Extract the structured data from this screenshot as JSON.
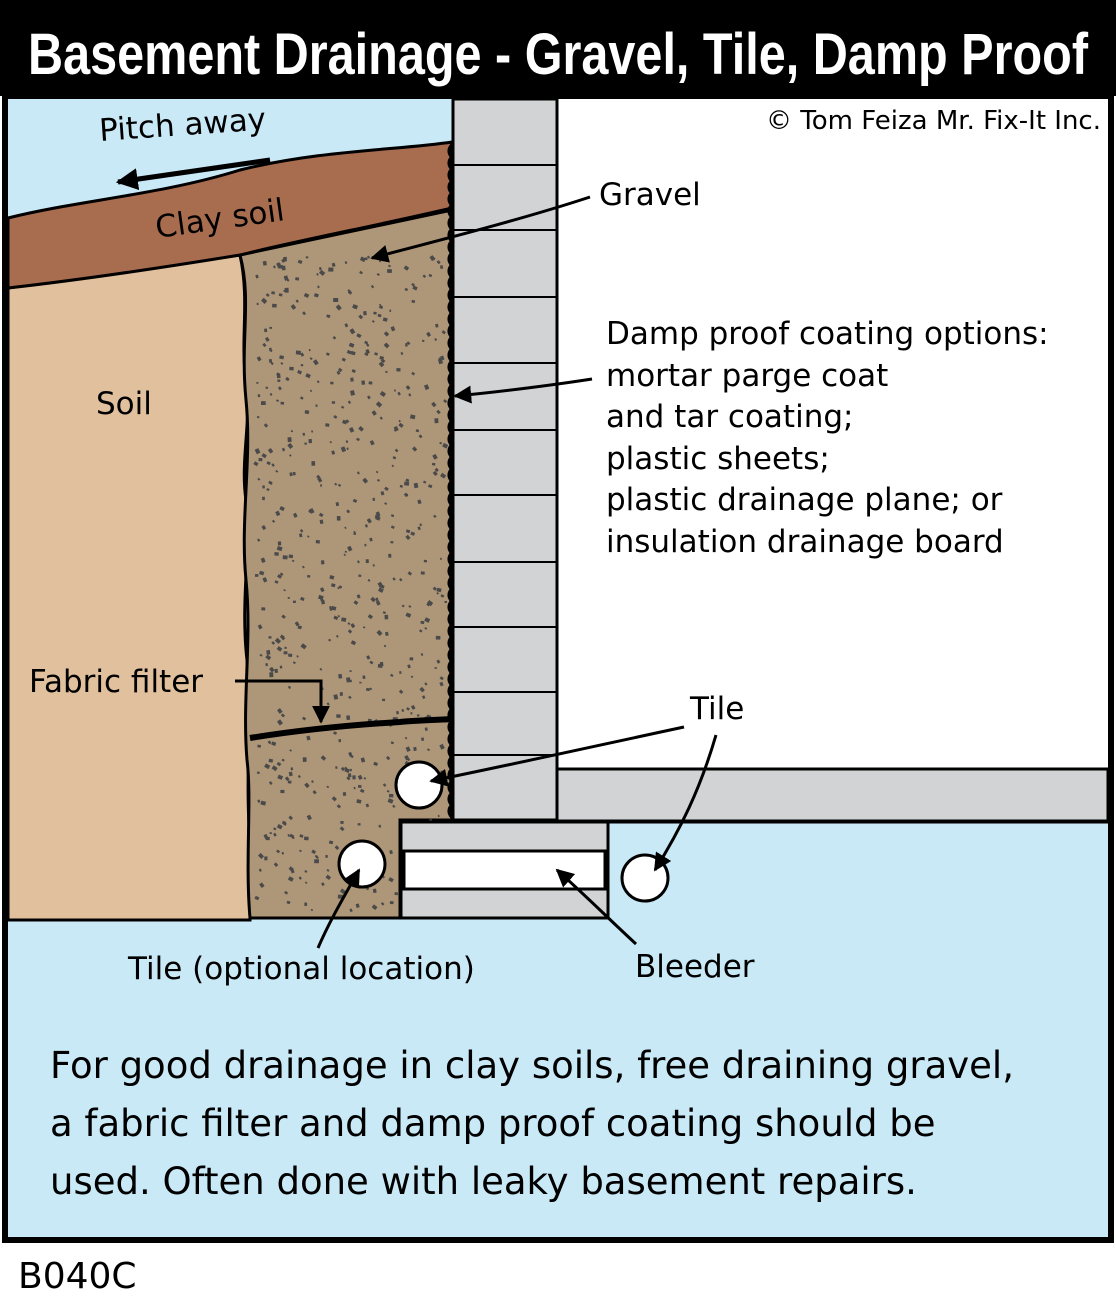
{
  "title": "Basement Drainage - Gravel, Tile, Damp Proof",
  "copyright": "© Tom Feiza Mr. Fix-It Inc.",
  "labels": {
    "pitch_away": "Pitch away",
    "clay_soil": "Clay soil",
    "soil": "Soil",
    "gravel": "Gravel",
    "fabric_filter": "Fabric filter",
    "tile": "Tile",
    "tile_optional": "Tile (optional location)",
    "bleeder": "Bleeder"
  },
  "damp_proof_options": [
    "Damp proof coating options:",
    "mortar parge coat",
    "and tar coating;",
    "plastic sheets;",
    "plastic drainage plane; or",
    "insulation drainage board"
  ],
  "caption_lines": [
    "For good drainage in clay soils, free draining gravel,",
    "a fabric filter and damp proof coating should be",
    "used.  Often done with leaky basement repairs."
  ],
  "figure_code": "B040C",
  "colors": {
    "sky": "#c9e9f7",
    "clay": "#a86c4f",
    "soil": "#e1c09e",
    "gravel": "#ae9678",
    "concrete": "#d2d3d5",
    "ground_below": "#c9e9f7"
  }
}
